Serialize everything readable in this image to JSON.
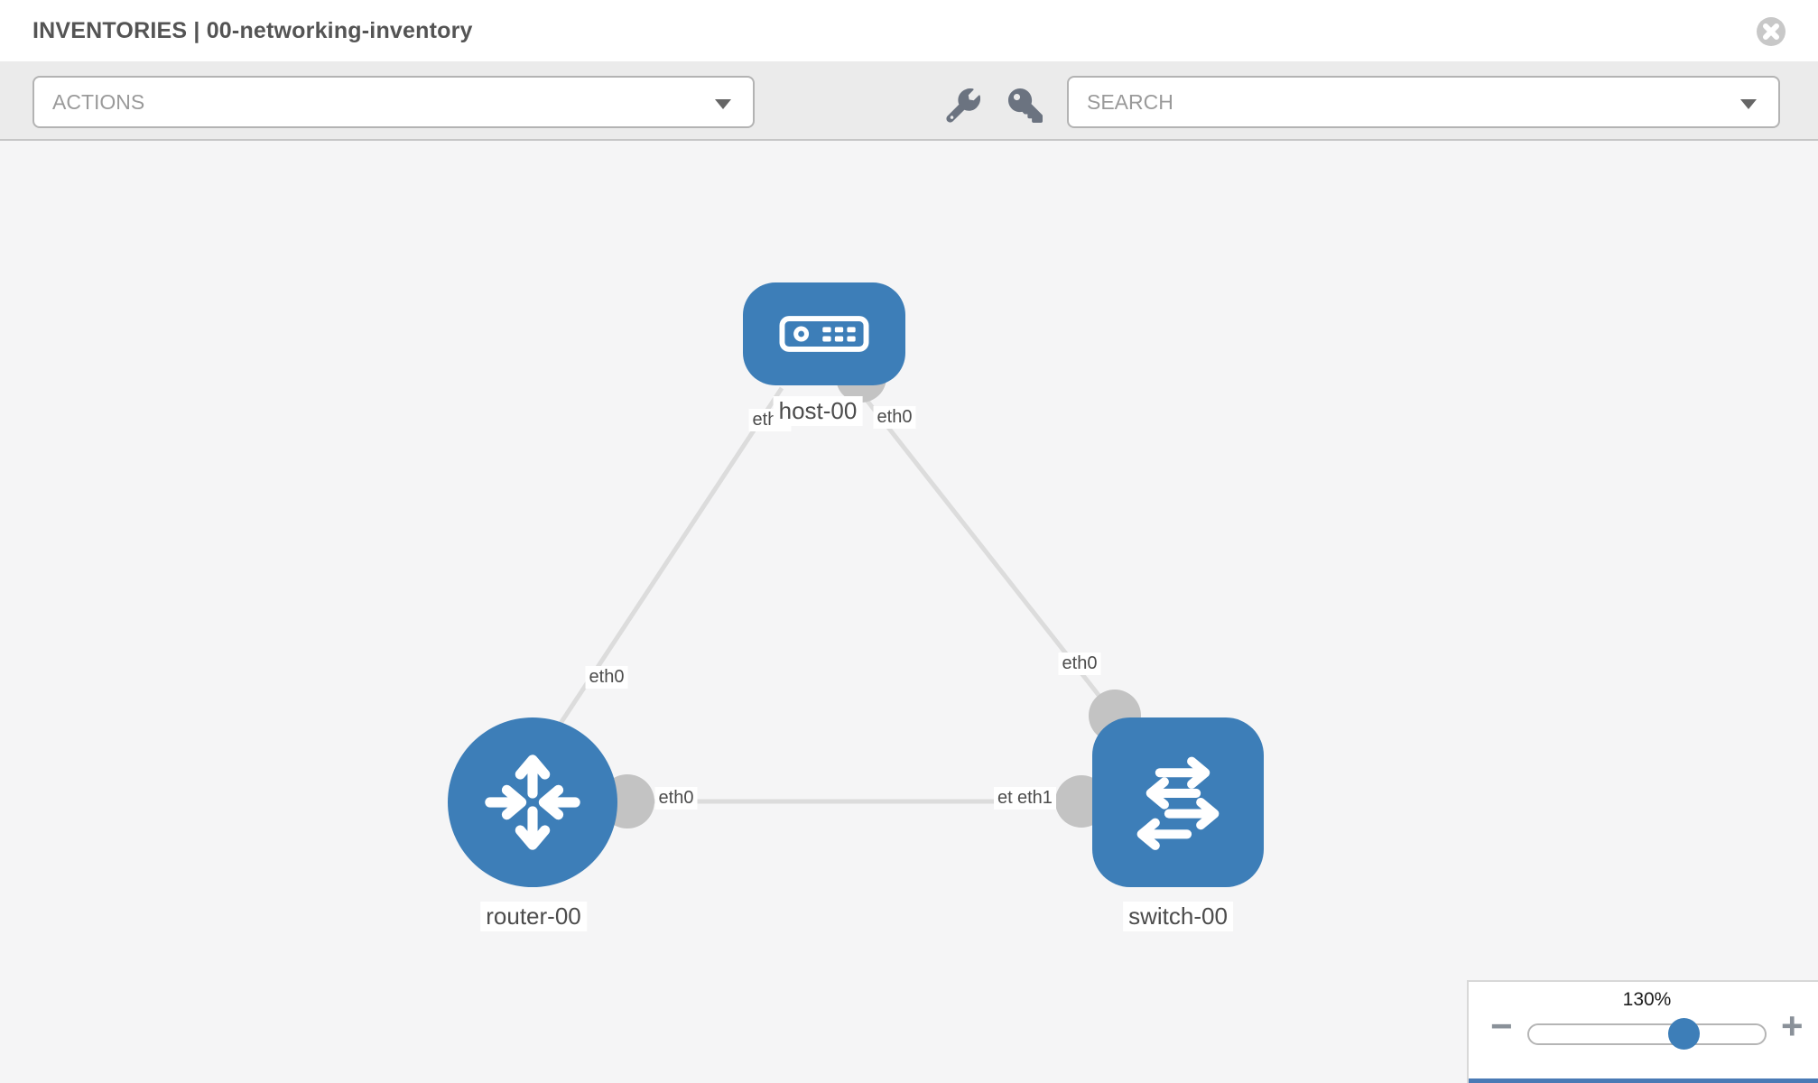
{
  "header": {
    "title": "INVENTORIES | 00-networking-inventory"
  },
  "toolbar": {
    "actions_label": "ACTIONS",
    "search_label": "SEARCH"
  },
  "topology": {
    "nodes": [
      {
        "label": "host-00",
        "type": "host"
      },
      {
        "label": "router-00",
        "type": "router"
      },
      {
        "label": "switch-00",
        "type": "switch"
      }
    ],
    "links": [
      {
        "from": "host-00",
        "to": "router-00",
        "from_label": "eth0",
        "to_label": "eth0"
      },
      {
        "from": "host-00",
        "to": "switch-00",
        "from_label": "eth0",
        "to_label": "eth0"
      },
      {
        "from": "router-00",
        "to": "switch-00",
        "from_label": "eth0",
        "to_label": "eth1",
        "overlapped_label": "eth0"
      }
    ]
  },
  "zoom_control": {
    "level": "130%",
    "minus": "−",
    "plus": "+"
  },
  "colors": {
    "node_blue": "#3d7eb8",
    "connector_gray": "#c3c3c3",
    "link_gray": "#dcdcdc"
  }
}
